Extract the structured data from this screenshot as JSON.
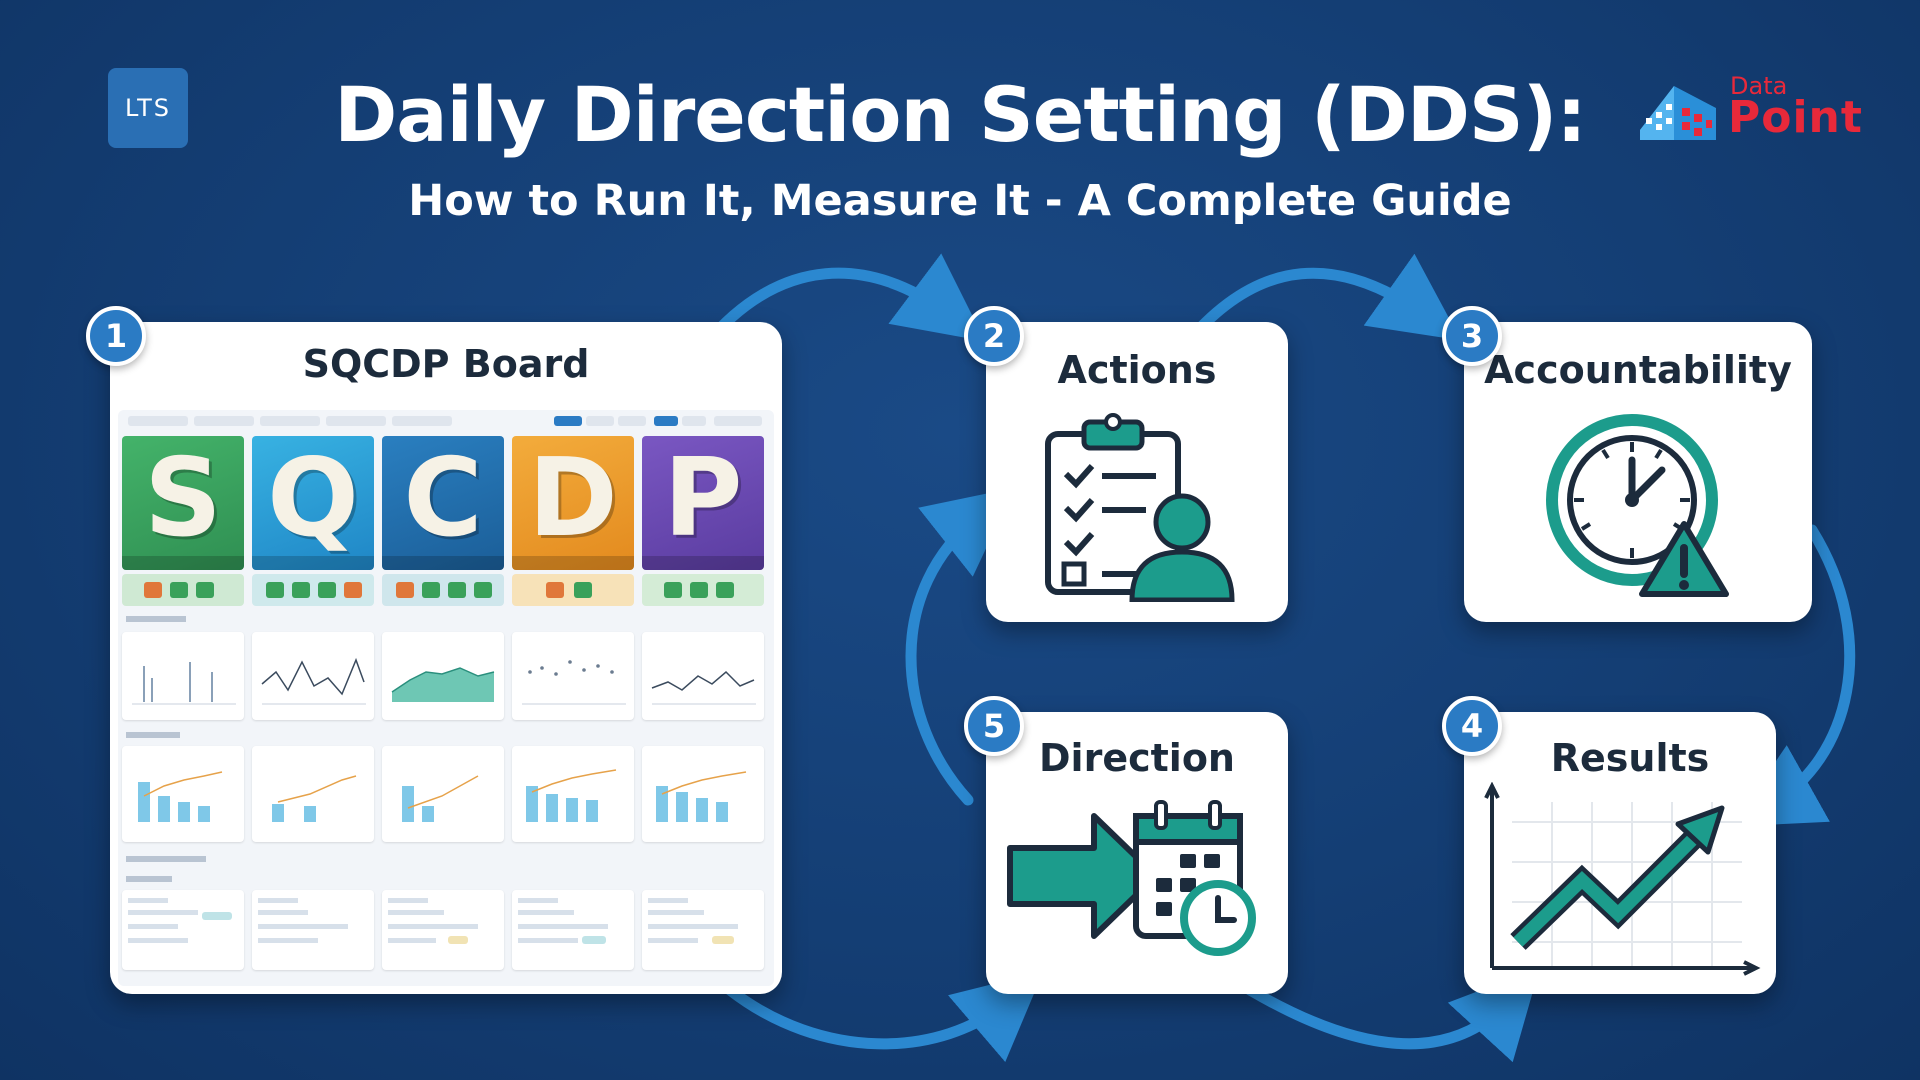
{
  "header": {
    "logo_left": "LTS",
    "title": "Daily Direction Setting (DDS):",
    "subtitle": "How to Run It, Measure It - A Complete Guide",
    "logo_right_small": "Data",
    "logo_right_big": "Point"
  },
  "steps": [
    {
      "number": "1",
      "title": "SQCDP Board",
      "icon": "dashboard-board"
    },
    {
      "number": "2",
      "title": "Actions",
      "icon": "clipboard-checklist-person-icon"
    },
    {
      "number": "3",
      "title": "Accountability",
      "icon": "clock-warning-icon"
    },
    {
      "number": "4",
      "title": "Results",
      "icon": "rising-chart-icon"
    },
    {
      "number": "5",
      "title": "Direction",
      "icon": "arrow-calendar-clock-icon"
    }
  ],
  "board": {
    "letters": [
      "S",
      "Q",
      "C",
      "D",
      "P"
    ],
    "tile_colors": [
      "#3aa15a",
      "#2c9ad6",
      "#1f6aa8",
      "#eb9a2a",
      "#6b4bb0"
    ],
    "tile_sub_colors": [
      "#cfe9d3",
      "#cfe9ec",
      "#cfe6ec",
      "#f7e2b8",
      "#d4ecd6"
    ]
  },
  "colors": {
    "background": "#143e74",
    "accent_blue": "#2b7bc4",
    "icon_teal": "#1c9c8c",
    "icon_outline": "#1c2b3c",
    "brand_red": "#e8293a"
  }
}
